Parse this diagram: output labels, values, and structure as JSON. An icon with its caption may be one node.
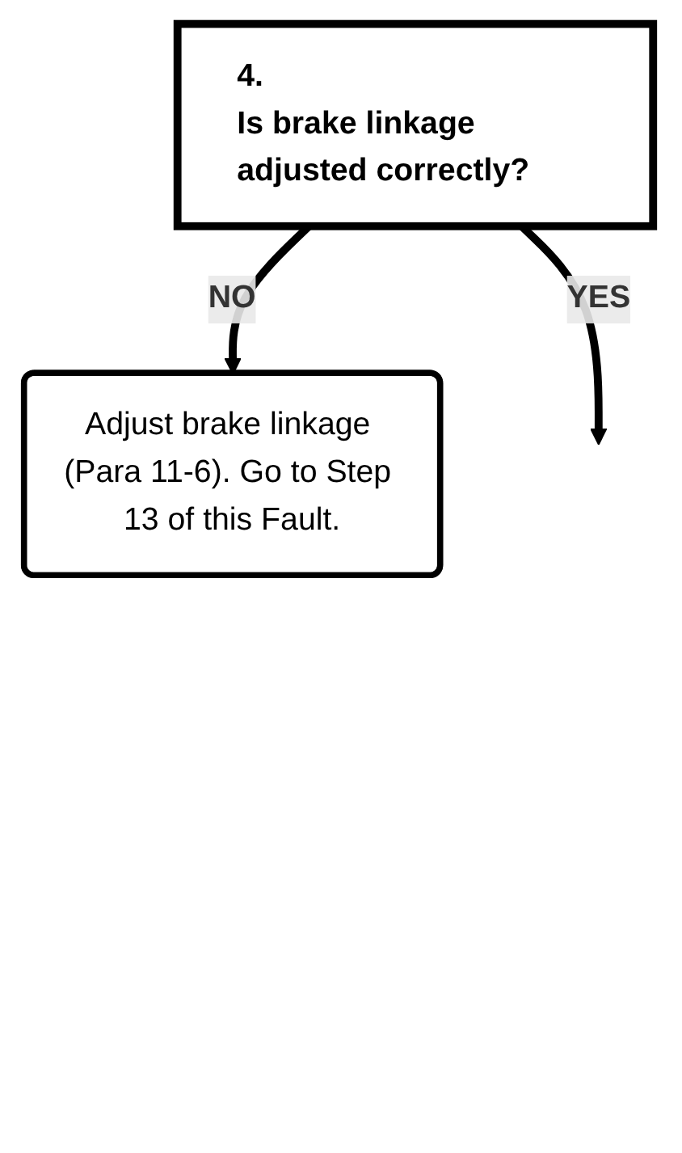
{
  "diagram": {
    "nodes": [
      {
        "text": [
          "4.",
          "Is brake linkage adjusted correctly?"
        ]
      },
      {
        "text": [
          "Adjust brake linkage (Para 11-6). Go to Step 13 of this Fault."
        ]
      }
    ],
    "edges": [
      {
        "from": 0,
        "to": 1,
        "arrow": "to",
        "label": "NO"
      },
      {
        "from": 0,
        "to": null,
        "arrow": "to",
        "label": "YES"
      }
    ]
  }
}
